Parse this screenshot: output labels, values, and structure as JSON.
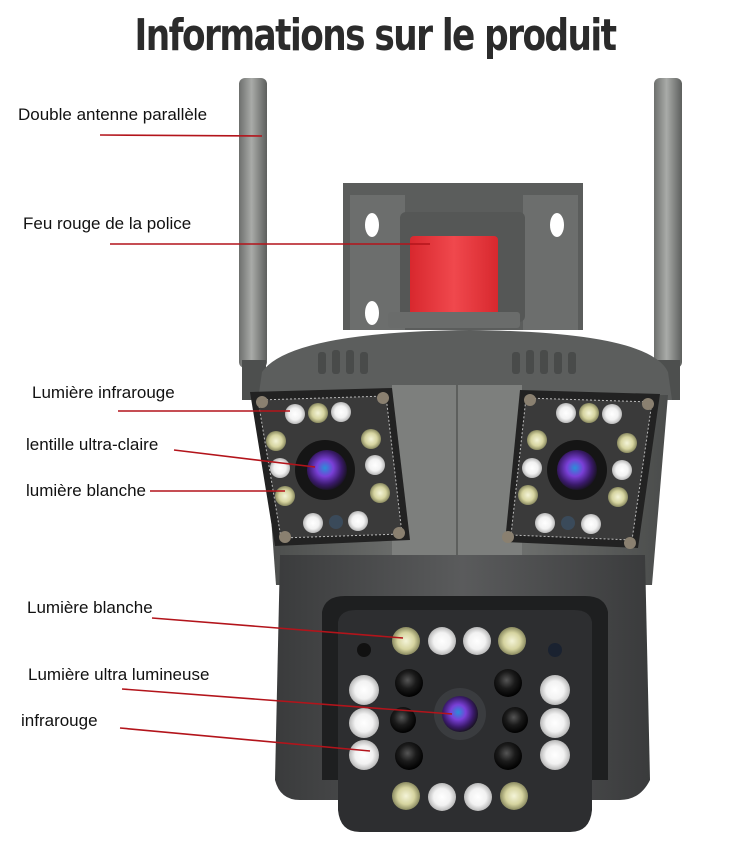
{
  "title": "Informations sur le produit",
  "callouts": [
    {
      "id": "antenna",
      "label": "Double antenne parallèle"
    },
    {
      "id": "police-light",
      "label": "Feu rouge de la police"
    },
    {
      "id": "infrared-light",
      "label": "Lumière infrarouge"
    },
    {
      "id": "ultra-clear-lens",
      "label": "lentille ultra-claire"
    },
    {
      "id": "white-light-upper",
      "label": "lumière blanche"
    },
    {
      "id": "white-light-lower",
      "label": "Lumière blanche"
    },
    {
      "id": "ultra-bright-light",
      "label": "Lumière ultra lumineuse"
    },
    {
      "id": "infrared-lower",
      "label": "infrarouge"
    }
  ],
  "colors": {
    "title": "#2b2b2b",
    "callout_line": "#b3141b",
    "police_light": "#e8383d",
    "body_gray": "#5e615f",
    "dark_housing": "#2a2b2d",
    "lens_purple": "#6a3fd0",
    "lens_blue": "#3aa0e0"
  },
  "icons": {
    "antenna": "antenna-icon",
    "police_light": "police-light-icon",
    "lens": "camera-lens-icon",
    "led": "led-icon"
  }
}
